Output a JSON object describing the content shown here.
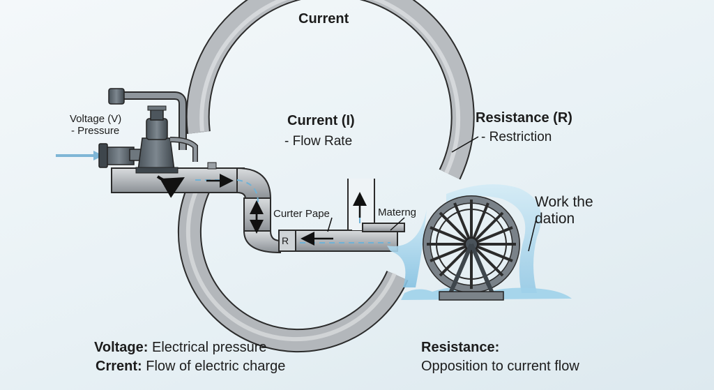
{
  "labels": {
    "current_top": "Current",
    "voltage_title": "Voltage (V)",
    "voltage_sub": "- Pressure",
    "current_i": "Current (I)",
    "flow_rate": "- Flow Rate",
    "resistance_r": "Resistance (R)",
    "restriction": "- Restriction",
    "work_line1": "Work the",
    "work_line2": "dation",
    "curter_pape": "Curter Pape",
    "materng": "Materng",
    "r_mark": "R"
  },
  "legend": {
    "voltage_term": "Voltage:",
    "voltage_def": "Electrical pressure",
    "current_term": "Crrent:",
    "current_def": "Flow of electric charge",
    "resistance_term": "Resistance:",
    "resistance_def": "Opposition to current flow"
  },
  "colors": {
    "pipe": "#b4b8bc",
    "pipe_outline": "#2b2b2b",
    "pump": "#5a646c",
    "water": "#8ec8e6",
    "arrow_in": "#8fc3e0",
    "wheel": "#707880"
  }
}
